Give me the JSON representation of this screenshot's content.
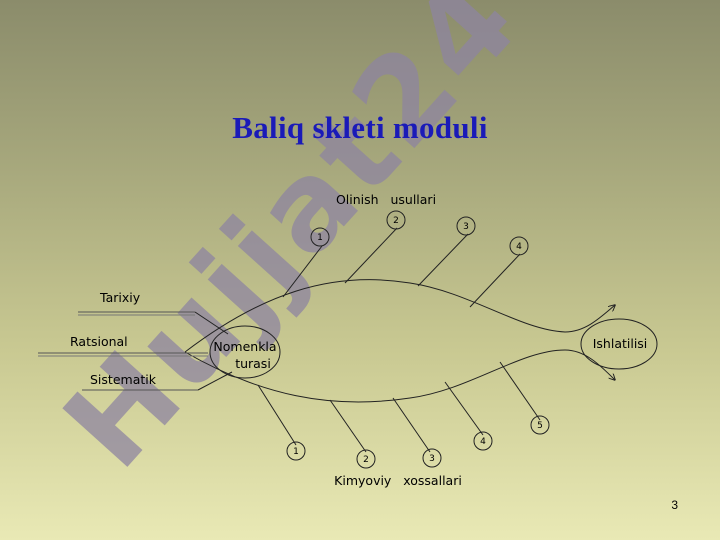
{
  "slide": {
    "title": "Baliq  skleti moduli",
    "page_number": "3",
    "watermark": "Hujjat24"
  },
  "diagram": {
    "head_label_line1": "Nomenkla",
    "head_label_line2": "turasi",
    "tail_label": "Ishlatilisi",
    "top_category": "Olinish   usullari",
    "bottom_category": "Kimyoviy   xossallari",
    "left_items": [
      "Tarixiy",
      "Ratsional",
      "Sistematik"
    ],
    "top_numbers": [
      "1",
      "2",
      "3",
      "4"
    ],
    "bottom_numbers": [
      "1",
      "2",
      "3",
      "4",
      "5"
    ]
  },
  "colors": {
    "title": "#1a1ab8",
    "watermark": "#8e84a0",
    "lines": "#222222"
  }
}
